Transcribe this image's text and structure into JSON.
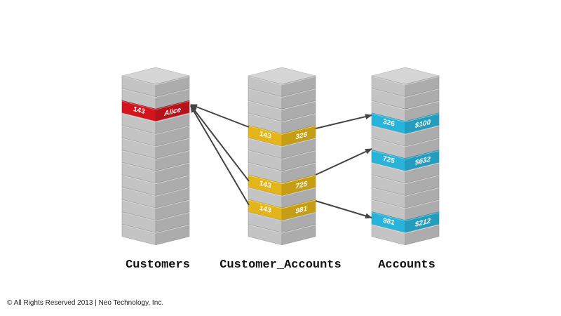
{
  "colors": {
    "slab_gray": "#c8c8c8",
    "customer_row": "#e4161f",
    "link_row": "#f7c51c",
    "account_row": "#2cc3ee",
    "arrow": "#444444"
  },
  "tables": {
    "customers": {
      "label": "Customers",
      "rows": [
        {
          "key": "143",
          "value": "Alice"
        }
      ]
    },
    "customer_accounts": {
      "label": "Customer_Accounts",
      "rows": [
        {
          "key": "143",
          "value": "326"
        },
        {
          "key": "143",
          "value": "725"
        },
        {
          "key": "143",
          "value": "981"
        }
      ]
    },
    "accounts": {
      "label": "Accounts",
      "rows": [
        {
          "key": "326",
          "value": "$100"
        },
        {
          "key": "725",
          "value": "$632"
        },
        {
          "key": "981",
          "value": "$212"
        }
      ]
    }
  },
  "footer": {
    "copyright": "© All Rights Reserved 2013 | Neo Technology, Inc."
  }
}
